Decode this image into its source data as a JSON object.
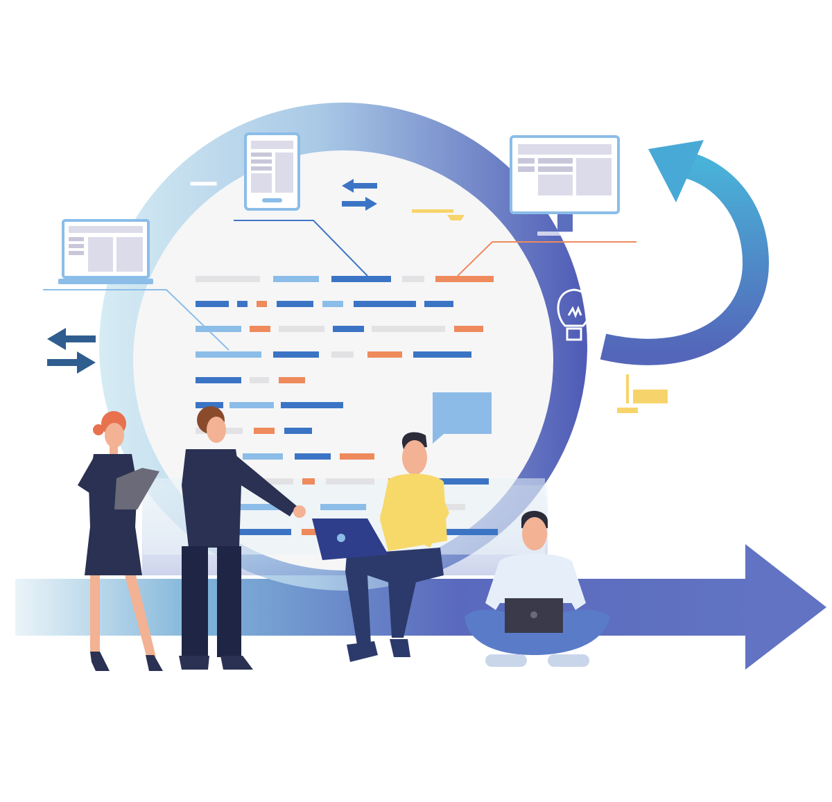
{
  "colors": {
    "background": "#ffffff",
    "ring_light": "#c9e2ef",
    "ring_dark": "#5a63b8",
    "inner_circle": "#f7f7f8",
    "arrow_blue": "#5b6fbf",
    "cycle_arrow": "#4aa6d4",
    "bar_dark_blue": "#3b74c4",
    "bar_light_blue": "#8bbde8",
    "bar_orange": "#ee8a5c",
    "bar_gray": "#e2e2e4",
    "note_yellow": "#f7d46b",
    "navy": "#2a3152",
    "skin": "#f2b293",
    "hair_red": "#e8714e",
    "hair_brown": "#8a4a2c",
    "hair_dark": "#2b2b3a",
    "shirt_yellow": "#f7d96a",
    "shirt_white": "#e6eef9",
    "pants_blue": "#5a7cc8",
    "laptop_dark": "#3a3a4a",
    "laptop_navy": "#2f3e8a",
    "screen_gray": "#dcdbea",
    "chat_bubble": "#8cbbe8"
  },
  "icons": [
    "laptop-icon",
    "tablet-icon",
    "monitor-icon",
    "lightbulb-icon",
    "swap-arrows-icon",
    "cycle-arrow-icon",
    "forward-arrow-icon",
    "chat-bubble-icon"
  ],
  "people": [
    "woman-with-tablet",
    "man-pointing",
    "man-sitting-with-laptop",
    "man-cross-legged-with-laptop"
  ]
}
